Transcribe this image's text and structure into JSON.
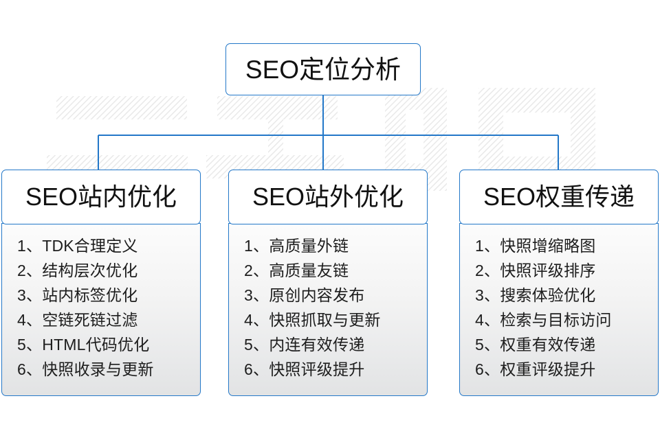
{
  "diagram": {
    "root": {
      "label": "SEO定位分析"
    },
    "watermark": {
      "text": "云无限"
    },
    "colors": {
      "border": "#2277c8",
      "connector": "#2277c8",
      "text": "#111111",
      "body_background_top": "#fcfcfc",
      "body_background_bottom": "#e2e3e4",
      "watermark": "#ededed"
    },
    "branches": [
      {
        "title": "SEO站内优化",
        "items": [
          "1、TDK合理定义",
          "2、结构层次优化",
          "3、站内标签优化",
          "4、空链死链过滤",
          "5、HTML代码优化",
          "6、快照收录与更新"
        ]
      },
      {
        "title": "SEO站外优化",
        "items": [
          "1、高质量外链",
          "2、高质量友链",
          "3、原创内容发布",
          "4、快照抓取与更新",
          "5、内连有效传递",
          "6、快照评级提升"
        ]
      },
      {
        "title": "SEO权重传递",
        "items": [
          "1、快照增缩略图",
          "2、快照评级排序",
          "3、搜索体验优化",
          "4、检索与目标访问",
          "5、权重有效传递",
          "6、权重评级提升"
        ]
      }
    ]
  }
}
